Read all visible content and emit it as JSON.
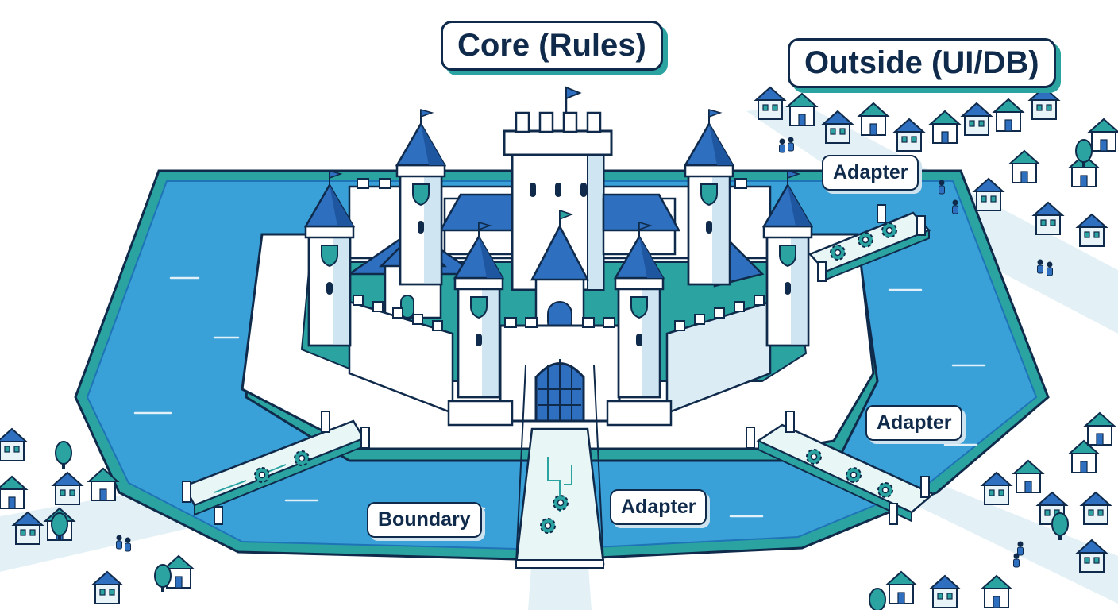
{
  "labels": {
    "core": "Core (Rules)",
    "outside": "Outside (UI/DB)",
    "adapter_top_right": "Adapter",
    "adapter_right": "Adapter",
    "adapter_bottom": "Adapter",
    "boundary": "Boundary"
  },
  "colors": {
    "navy": "#0f2a4a",
    "blue": "#2f6fc0",
    "moat": "#3aa0d8",
    "moat_dark": "#1f73b7",
    "teal": "#2aa3a1",
    "pale_blue": "#dbeef6",
    "white": "#ffffff"
  }
}
